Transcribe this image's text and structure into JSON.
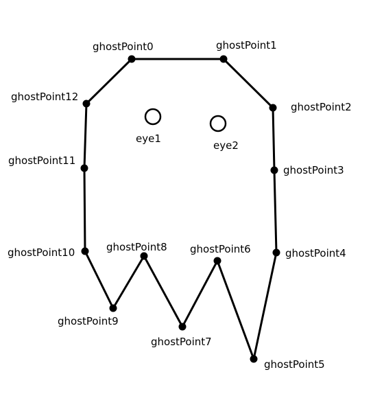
{
  "colors": {
    "background": "#ffffff",
    "ink": "#000000"
  },
  "points": [
    {
      "id": "p0",
      "label": "ghostPoint0"
    },
    {
      "id": "p1",
      "label": "ghostPoint1"
    },
    {
      "id": "p2",
      "label": "ghostPoint2"
    },
    {
      "id": "p3",
      "label": "ghostPoint3"
    },
    {
      "id": "p4",
      "label": "ghostPoint4"
    },
    {
      "id": "p5",
      "label": "ghostPoint5"
    },
    {
      "id": "p6",
      "label": "ghostPoint6"
    },
    {
      "id": "p7",
      "label": "ghostPoint7"
    },
    {
      "id": "p8",
      "label": "ghostPoint8"
    },
    {
      "id": "p9",
      "label": "ghostPoint9"
    },
    {
      "id": "p10",
      "label": "ghostPoint10"
    },
    {
      "id": "p11",
      "label": "ghostPoint11"
    },
    {
      "id": "p12",
      "label": "ghostPoint12"
    }
  ],
  "eyes": [
    {
      "id": "e1",
      "label": "eye1"
    },
    {
      "id": "e2",
      "label": "eye2"
    }
  ]
}
